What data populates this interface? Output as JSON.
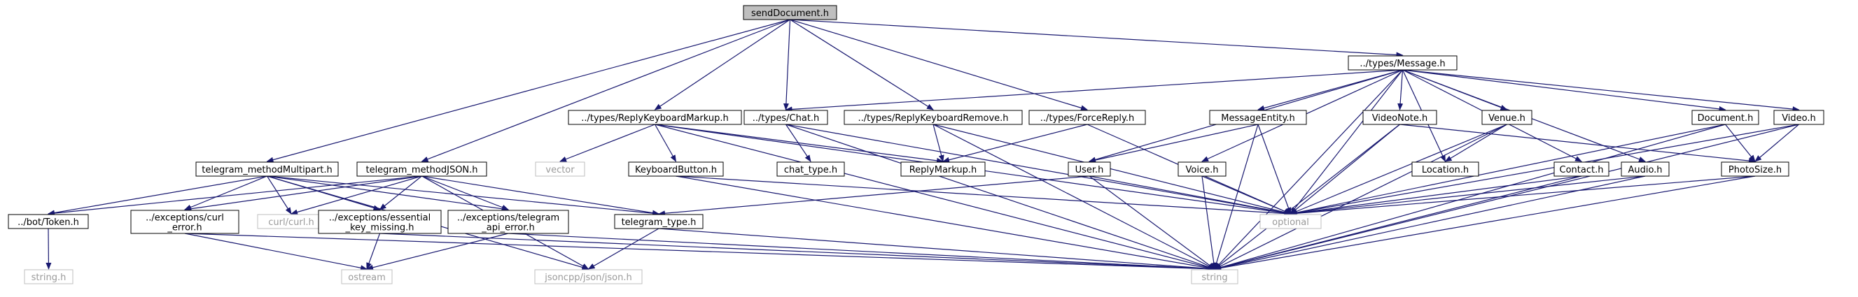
{
  "colors": {
    "edge": "#191970",
    "root_fill": "#bfbfbf",
    "node_fill": "#ffffff",
    "node_border": "#000000",
    "external_border": "#bfbfbf",
    "external_text": "#9a9a9a"
  },
  "nodes": [
    {
      "id": "root",
      "lines": [
        "sendDocument.h"
      ],
      "kind": "root"
    },
    {
      "id": "message",
      "lines": [
        "../types/Message.h"
      ],
      "kind": "file"
    },
    {
      "id": "chat",
      "lines": [
        "../types/Chat.h"
      ],
      "kind": "file"
    },
    {
      "id": "rkm",
      "lines": [
        "../types/ReplyKeyboardMarkup.h"
      ],
      "kind": "file"
    },
    {
      "id": "rkr",
      "lines": [
        "../types/ReplyKeyboardRemove.h"
      ],
      "kind": "file"
    },
    {
      "id": "fr",
      "lines": [
        "../types/ForceReply.h"
      ],
      "kind": "file"
    },
    {
      "id": "me",
      "lines": [
        "MessageEntity.h"
      ],
      "kind": "file"
    },
    {
      "id": "vn",
      "lines": [
        "VideoNote.h"
      ],
      "kind": "file"
    },
    {
      "id": "venue",
      "lines": [
        "Venue.h"
      ],
      "kind": "file"
    },
    {
      "id": "doc",
      "lines": [
        "Document.h"
      ],
      "kind": "file"
    },
    {
      "id": "video",
      "lines": [
        "Video.h"
      ],
      "kind": "file"
    },
    {
      "id": "tmm",
      "lines": [
        "telegram_methodMultipart.h"
      ],
      "kind": "file"
    },
    {
      "id": "tmj",
      "lines": [
        "telegram_methodJSON.h"
      ],
      "kind": "file"
    },
    {
      "id": "vector",
      "lines": [
        "vector"
      ],
      "kind": "ext"
    },
    {
      "id": "kb",
      "lines": [
        "KeyboardButton.h"
      ],
      "kind": "file"
    },
    {
      "id": "ct",
      "lines": [
        "chat_type.h"
      ],
      "kind": "file"
    },
    {
      "id": "rm",
      "lines": [
        "ReplyMarkup.h"
      ],
      "kind": "file"
    },
    {
      "id": "user",
      "lines": [
        "User.h"
      ],
      "kind": "file"
    },
    {
      "id": "voice",
      "lines": [
        "Voice.h"
      ],
      "kind": "file"
    },
    {
      "id": "loc",
      "lines": [
        "Location.h"
      ],
      "kind": "file"
    },
    {
      "id": "contact",
      "lines": [
        "Contact.h"
      ],
      "kind": "file"
    },
    {
      "id": "audio",
      "lines": [
        "Audio.h"
      ],
      "kind": "file"
    },
    {
      "id": "ps",
      "lines": [
        "PhotoSize.h"
      ],
      "kind": "file"
    },
    {
      "id": "token",
      "lines": [
        "../bot/Token.h"
      ],
      "kind": "file"
    },
    {
      "id": "curlerr",
      "lines": [
        "../exceptions/curl",
        "_error.h"
      ],
      "kind": "file"
    },
    {
      "id": "curlh",
      "lines": [
        "curl/curl.h"
      ],
      "kind": "ext"
    },
    {
      "id": "ekm",
      "lines": [
        "../exceptions/essential",
        "_key_missing.h"
      ],
      "kind": "file"
    },
    {
      "id": "tapi",
      "lines": [
        "../exceptions/telegram",
        "_api_error.h"
      ],
      "kind": "file"
    },
    {
      "id": "tt",
      "lines": [
        "telegram_type.h"
      ],
      "kind": "file"
    },
    {
      "id": "optional",
      "lines": [
        "optional"
      ],
      "kind": "ext"
    },
    {
      "id": "stringh",
      "lines": [
        "string.h"
      ],
      "kind": "ext"
    },
    {
      "id": "ostream",
      "lines": [
        "ostream"
      ],
      "kind": "ext"
    },
    {
      "id": "json",
      "lines": [
        "jsoncpp/json/json.h"
      ],
      "kind": "ext"
    },
    {
      "id": "string",
      "lines": [
        "string"
      ],
      "kind": "ext"
    }
  ],
  "edges": [
    [
      "root",
      "message"
    ],
    [
      "root",
      "chat"
    ],
    [
      "root",
      "rkm"
    ],
    [
      "root",
      "rkr"
    ],
    [
      "root",
      "fr"
    ],
    [
      "root",
      "tmm"
    ],
    [
      "root",
      "tmj"
    ],
    [
      "message",
      "chat"
    ],
    [
      "message",
      "me"
    ],
    [
      "message",
      "vn"
    ],
    [
      "message",
      "venue"
    ],
    [
      "message",
      "doc"
    ],
    [
      "message",
      "video"
    ],
    [
      "message",
      "user"
    ],
    [
      "message",
      "voice"
    ],
    [
      "message",
      "loc"
    ],
    [
      "message",
      "contact"
    ],
    [
      "message",
      "audio"
    ],
    [
      "message",
      "optional"
    ],
    [
      "message",
      "string"
    ],
    [
      "chat",
      "ct"
    ],
    [
      "chat",
      "optional"
    ],
    [
      "chat",
      "string"
    ],
    [
      "rkm",
      "vector"
    ],
    [
      "rkm",
      "kb"
    ],
    [
      "rkm",
      "rm"
    ],
    [
      "rkm",
      "optional"
    ],
    [
      "rkm",
      "string"
    ],
    [
      "rkr",
      "rm"
    ],
    [
      "rkr",
      "optional"
    ],
    [
      "rkr",
      "string"
    ],
    [
      "fr",
      "rm"
    ],
    [
      "fr",
      "optional"
    ],
    [
      "me",
      "user"
    ],
    [
      "me",
      "optional"
    ],
    [
      "me",
      "string"
    ],
    [
      "vn",
      "ps"
    ],
    [
      "vn",
      "optional"
    ],
    [
      "vn",
      "string"
    ],
    [
      "venue",
      "loc"
    ],
    [
      "venue",
      "optional"
    ],
    [
      "venue",
      "string"
    ],
    [
      "doc",
      "ps"
    ],
    [
      "doc",
      "optional"
    ],
    [
      "doc",
      "string"
    ],
    [
      "video",
      "ps"
    ],
    [
      "video",
      "optional"
    ],
    [
      "video",
      "string"
    ],
    [
      "kb",
      "optional"
    ],
    [
      "kb",
      "string"
    ],
    [
      "user",
      "tt"
    ],
    [
      "user",
      "optional"
    ],
    [
      "user",
      "string"
    ],
    [
      "voice",
      "optional"
    ],
    [
      "voice",
      "string"
    ],
    [
      "contact",
      "optional"
    ],
    [
      "contact",
      "string"
    ],
    [
      "audio",
      "optional"
    ],
    [
      "audio",
      "string"
    ],
    [
      "ps",
      "optional"
    ],
    [
      "ps",
      "string"
    ],
    [
      "tmm",
      "token"
    ],
    [
      "tmm",
      "curlerr"
    ],
    [
      "tmm",
      "curlh"
    ],
    [
      "tmm",
      "ekm"
    ],
    [
      "tmm",
      "tapi"
    ],
    [
      "tmm",
      "tt"
    ],
    [
      "tmm",
      "json"
    ],
    [
      "tmj",
      "token"
    ],
    [
      "tmj",
      "curlerr"
    ],
    [
      "tmj",
      "curlh"
    ],
    [
      "tmj",
      "ekm"
    ],
    [
      "tmj",
      "tapi"
    ],
    [
      "tmj",
      "tt"
    ],
    [
      "tmj",
      "json"
    ],
    [
      "token",
      "stringh"
    ],
    [
      "curlerr",
      "ostream"
    ],
    [
      "curlerr",
      "string"
    ],
    [
      "ekm",
      "ostream"
    ],
    [
      "ekm",
      "string"
    ],
    [
      "tapi",
      "ostream"
    ],
    [
      "tapi",
      "string"
    ],
    [
      "tt",
      "json"
    ],
    [
      "tt",
      "string"
    ]
  ]
}
